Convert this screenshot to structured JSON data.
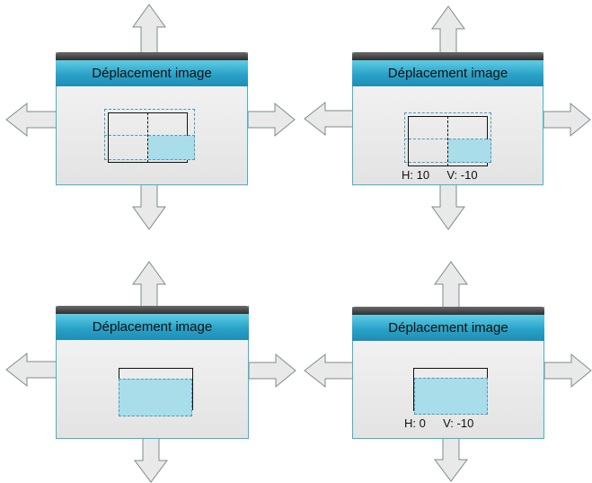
{
  "dialog_title": "Déplacement image",
  "panels": [
    {
      "id": "top-left",
      "readout": null
    },
    {
      "id": "top-right",
      "readout": {
        "h_label": "H:",
        "h_value": "10",
        "v_label": "V:",
        "v_value": "-10"
      }
    },
    {
      "id": "bottom-left",
      "readout": null
    },
    {
      "id": "bottom-right",
      "readout": {
        "h_label": "H:",
        "h_value": "0",
        "v_label": "V:",
        "v_value": "-10"
      }
    }
  ],
  "colors": {
    "accent": "#2aa2c7",
    "border": "#3fb4c8",
    "highlight_fill": "#a8dde9",
    "dashed": "#4a9bb5",
    "arrow_fill": "#e9e9e9",
    "arrow_stroke": "#7c8a8f"
  },
  "icons": {
    "up": "arrow-up-icon",
    "down": "arrow-down-icon",
    "left": "arrow-left-icon",
    "right": "arrow-right-icon"
  }
}
